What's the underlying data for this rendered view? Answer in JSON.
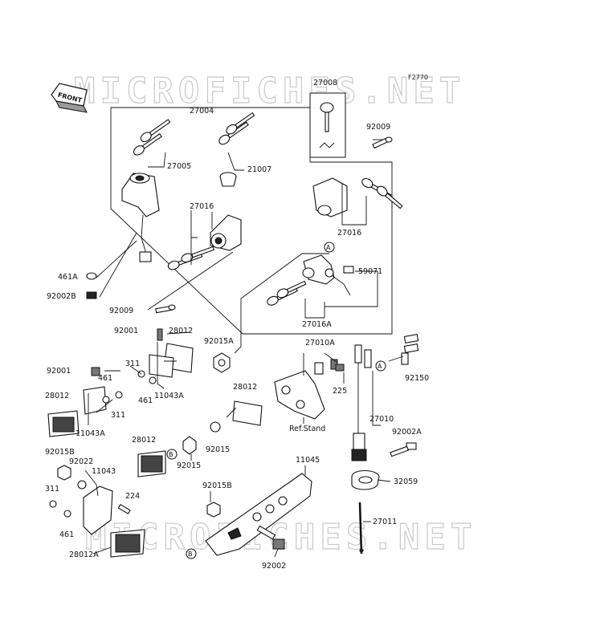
{
  "watermark": {
    "text": "MICROFICHES.NET"
  },
  "figure_code": "F2770",
  "front_label": "FRONT",
  "callouts": {
    "a": "A",
    "b": "B"
  },
  "labels": {
    "p27004": "27004",
    "p27008": "27008",
    "p92009a": "92009",
    "p27005": "27005",
    "p21007": "21007",
    "p27016a": "27016",
    "p27016b": "27016",
    "p461a": "461A",
    "p92002b": "92002B",
    "p92009b": "92009",
    "p59071": "59071",
    "p27016A": "27016A",
    "p92001a": "92001",
    "p28012a": "28012",
    "p92015a": "92015A",
    "p27010a": "27010A",
    "p92150": "92150",
    "p92001b": "92001",
    "p311a": "311",
    "p461b": "461",
    "p461c": "461",
    "p11043a1": "11043A",
    "p225": "225",
    "p28012b": "28012",
    "p28012c": "28012",
    "p311b": "311",
    "p11043a2": "11043A",
    "p27010": "27010",
    "ref_stand": "Ref.Stand",
    "p92015": "92015",
    "p28012d": "28012",
    "p92002a": "92002A",
    "p92015b1": "92015B",
    "p92022": "92022",
    "p11043": "11043",
    "p92015c": "92015",
    "p11045": "11045",
    "p32059": "32059",
    "p311c": "311",
    "p224": "224",
    "p92015b2": "92015B",
    "p27011": "27011",
    "p461d": "461",
    "p28012a2": "28012A",
    "p92002": "92002"
  }
}
